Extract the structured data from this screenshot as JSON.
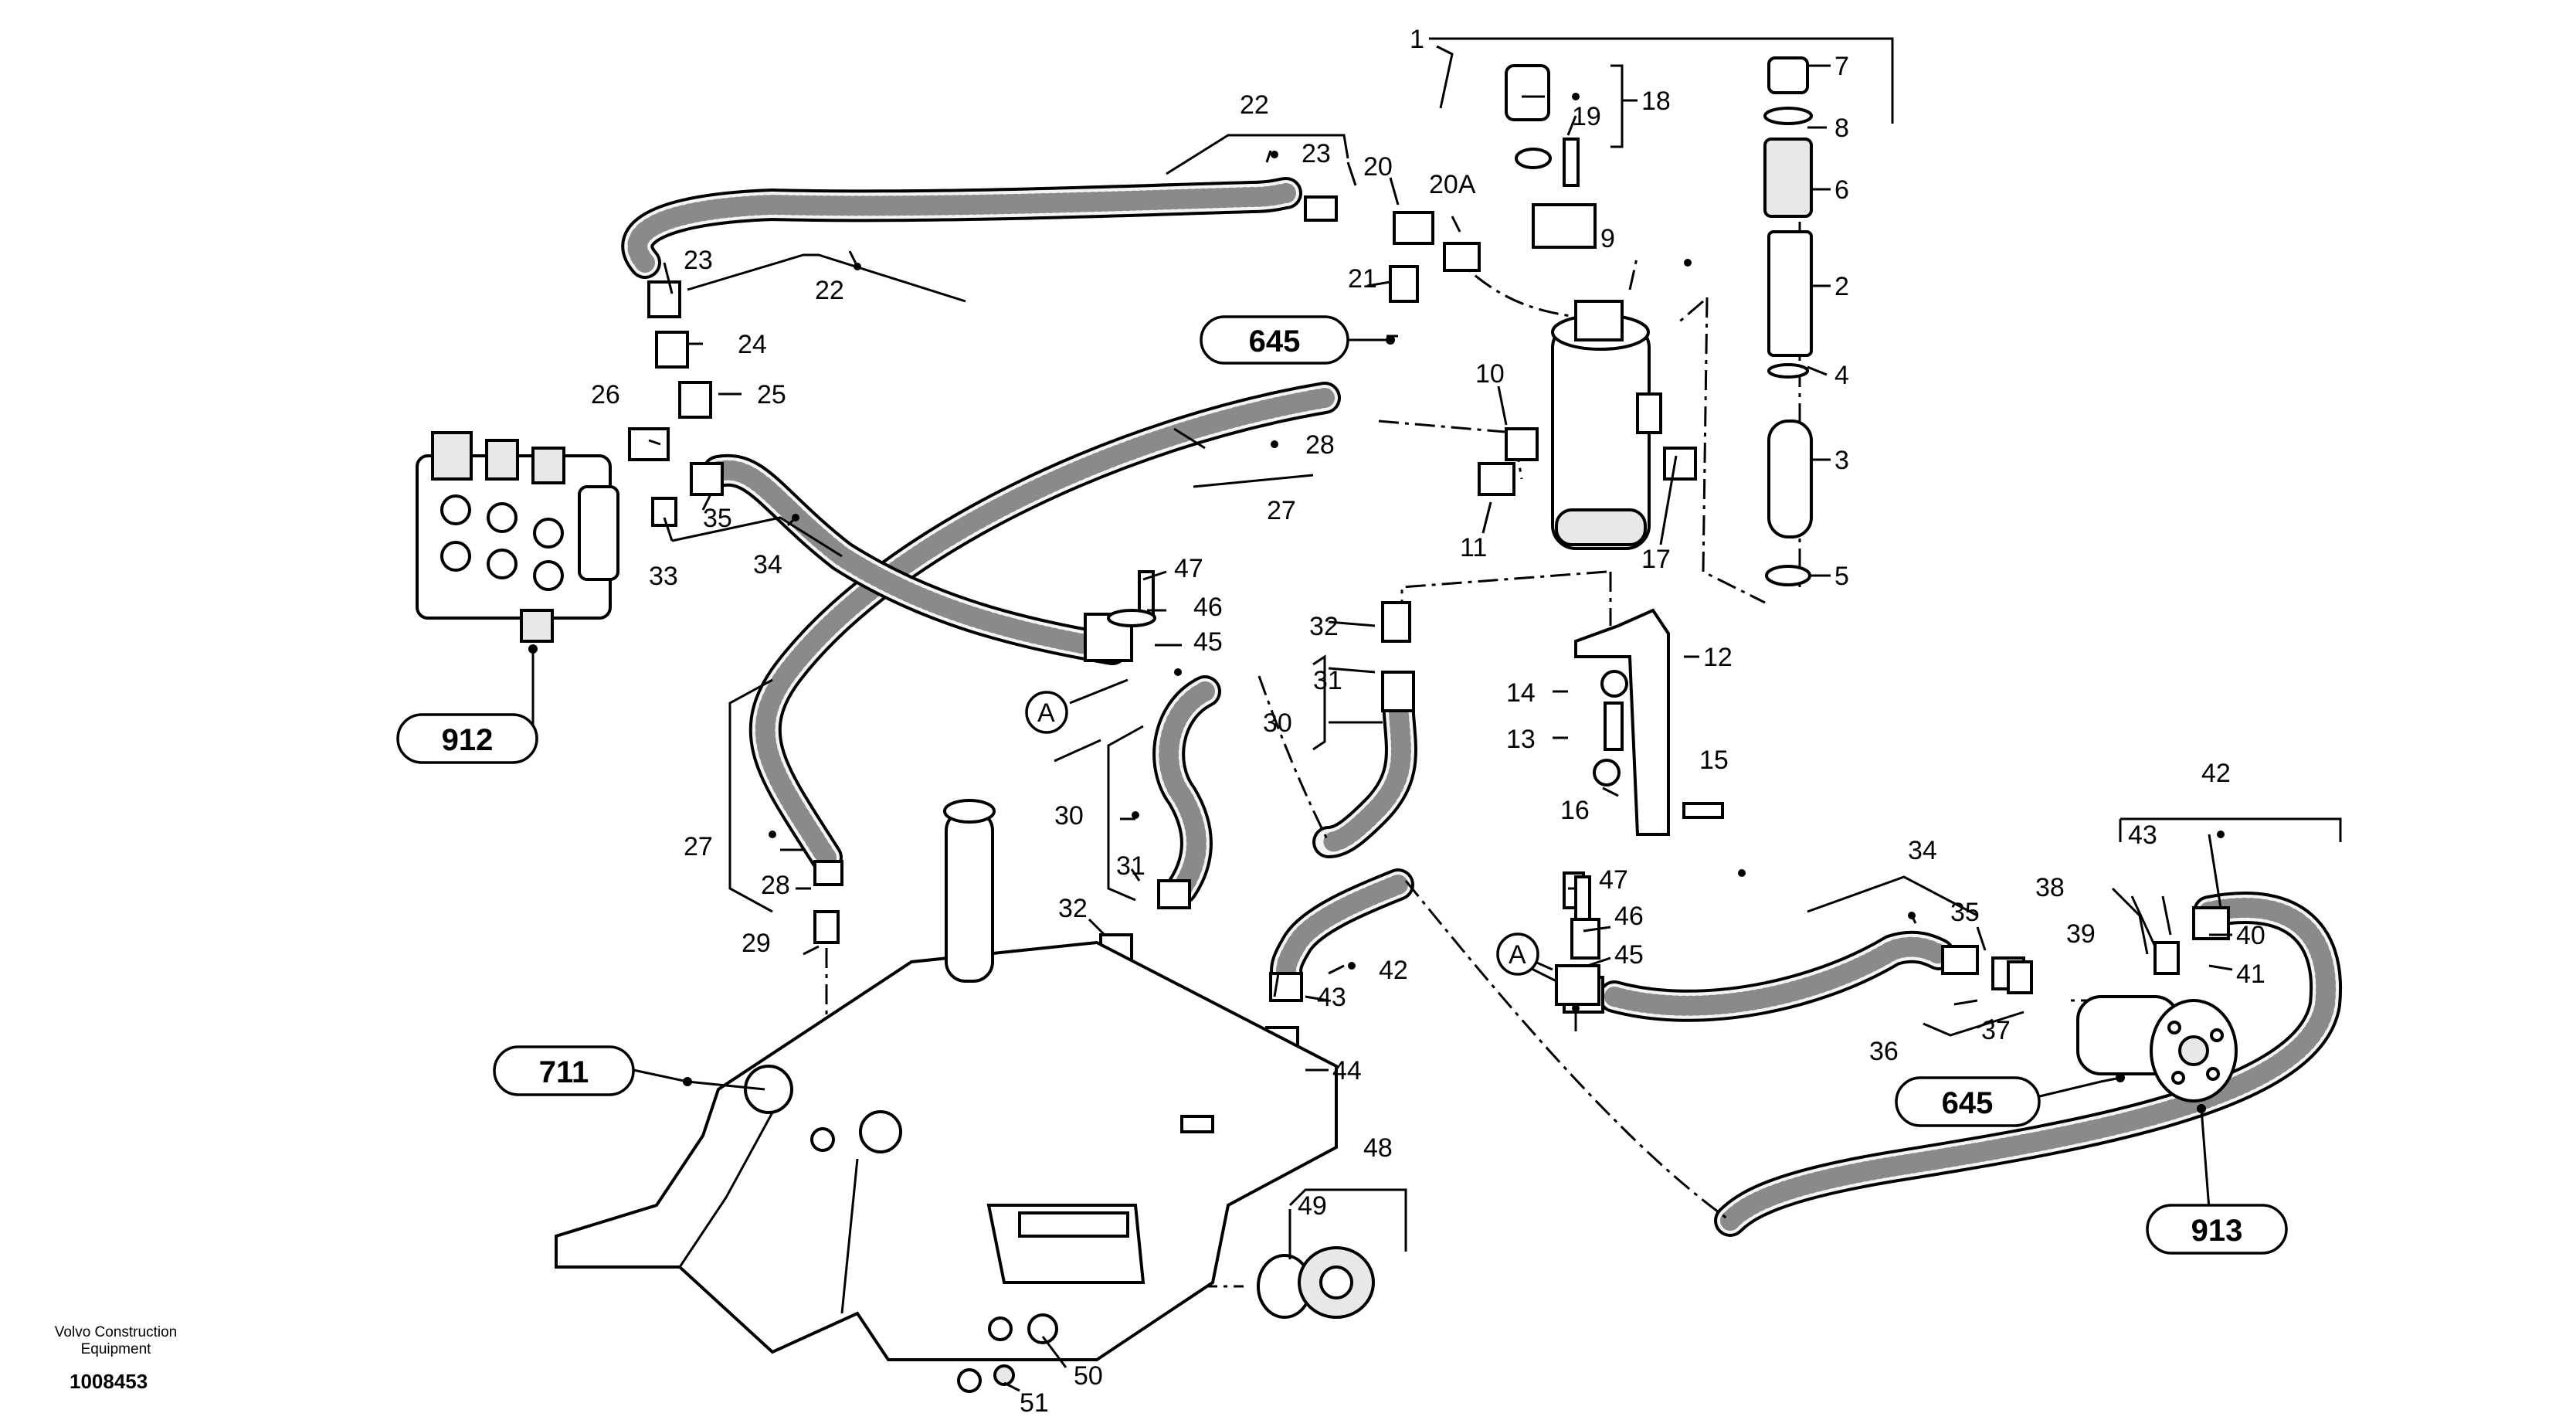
{
  "diagram": {
    "part_numbers": [
      "1",
      "2",
      "3",
      "4",
      "5",
      "6",
      "7",
      "8",
      "9",
      "10",
      "11",
      "12",
      "13",
      "14",
      "15",
      "16",
      "17",
      "18",
      "19",
      "20",
      "20A",
      "21",
      "22",
      "22",
      "23",
      "23",
      "24",
      "25",
      "26",
      "27",
      "27",
      "28",
      "28",
      "29",
      "30",
      "30",
      "31",
      "31",
      "32",
      "32",
      "33",
      "34",
      "34",
      "35",
      "35",
      "36",
      "37",
      "38",
      "39",
      "40",
      "41",
      "42",
      "42",
      "43",
      "43",
      "44",
      "45",
      "45",
      "46",
      "46",
      "47",
      "47",
      "48",
      "49",
      "50",
      "51",
      "A",
      "A"
    ],
    "references": [
      "645",
      "645",
      "912",
      "711",
      "913"
    ]
  },
  "footer": {
    "manufacturer_line1": "Volvo Construction",
    "manufacturer_line2": "Equipment",
    "document_number": "1008453"
  }
}
